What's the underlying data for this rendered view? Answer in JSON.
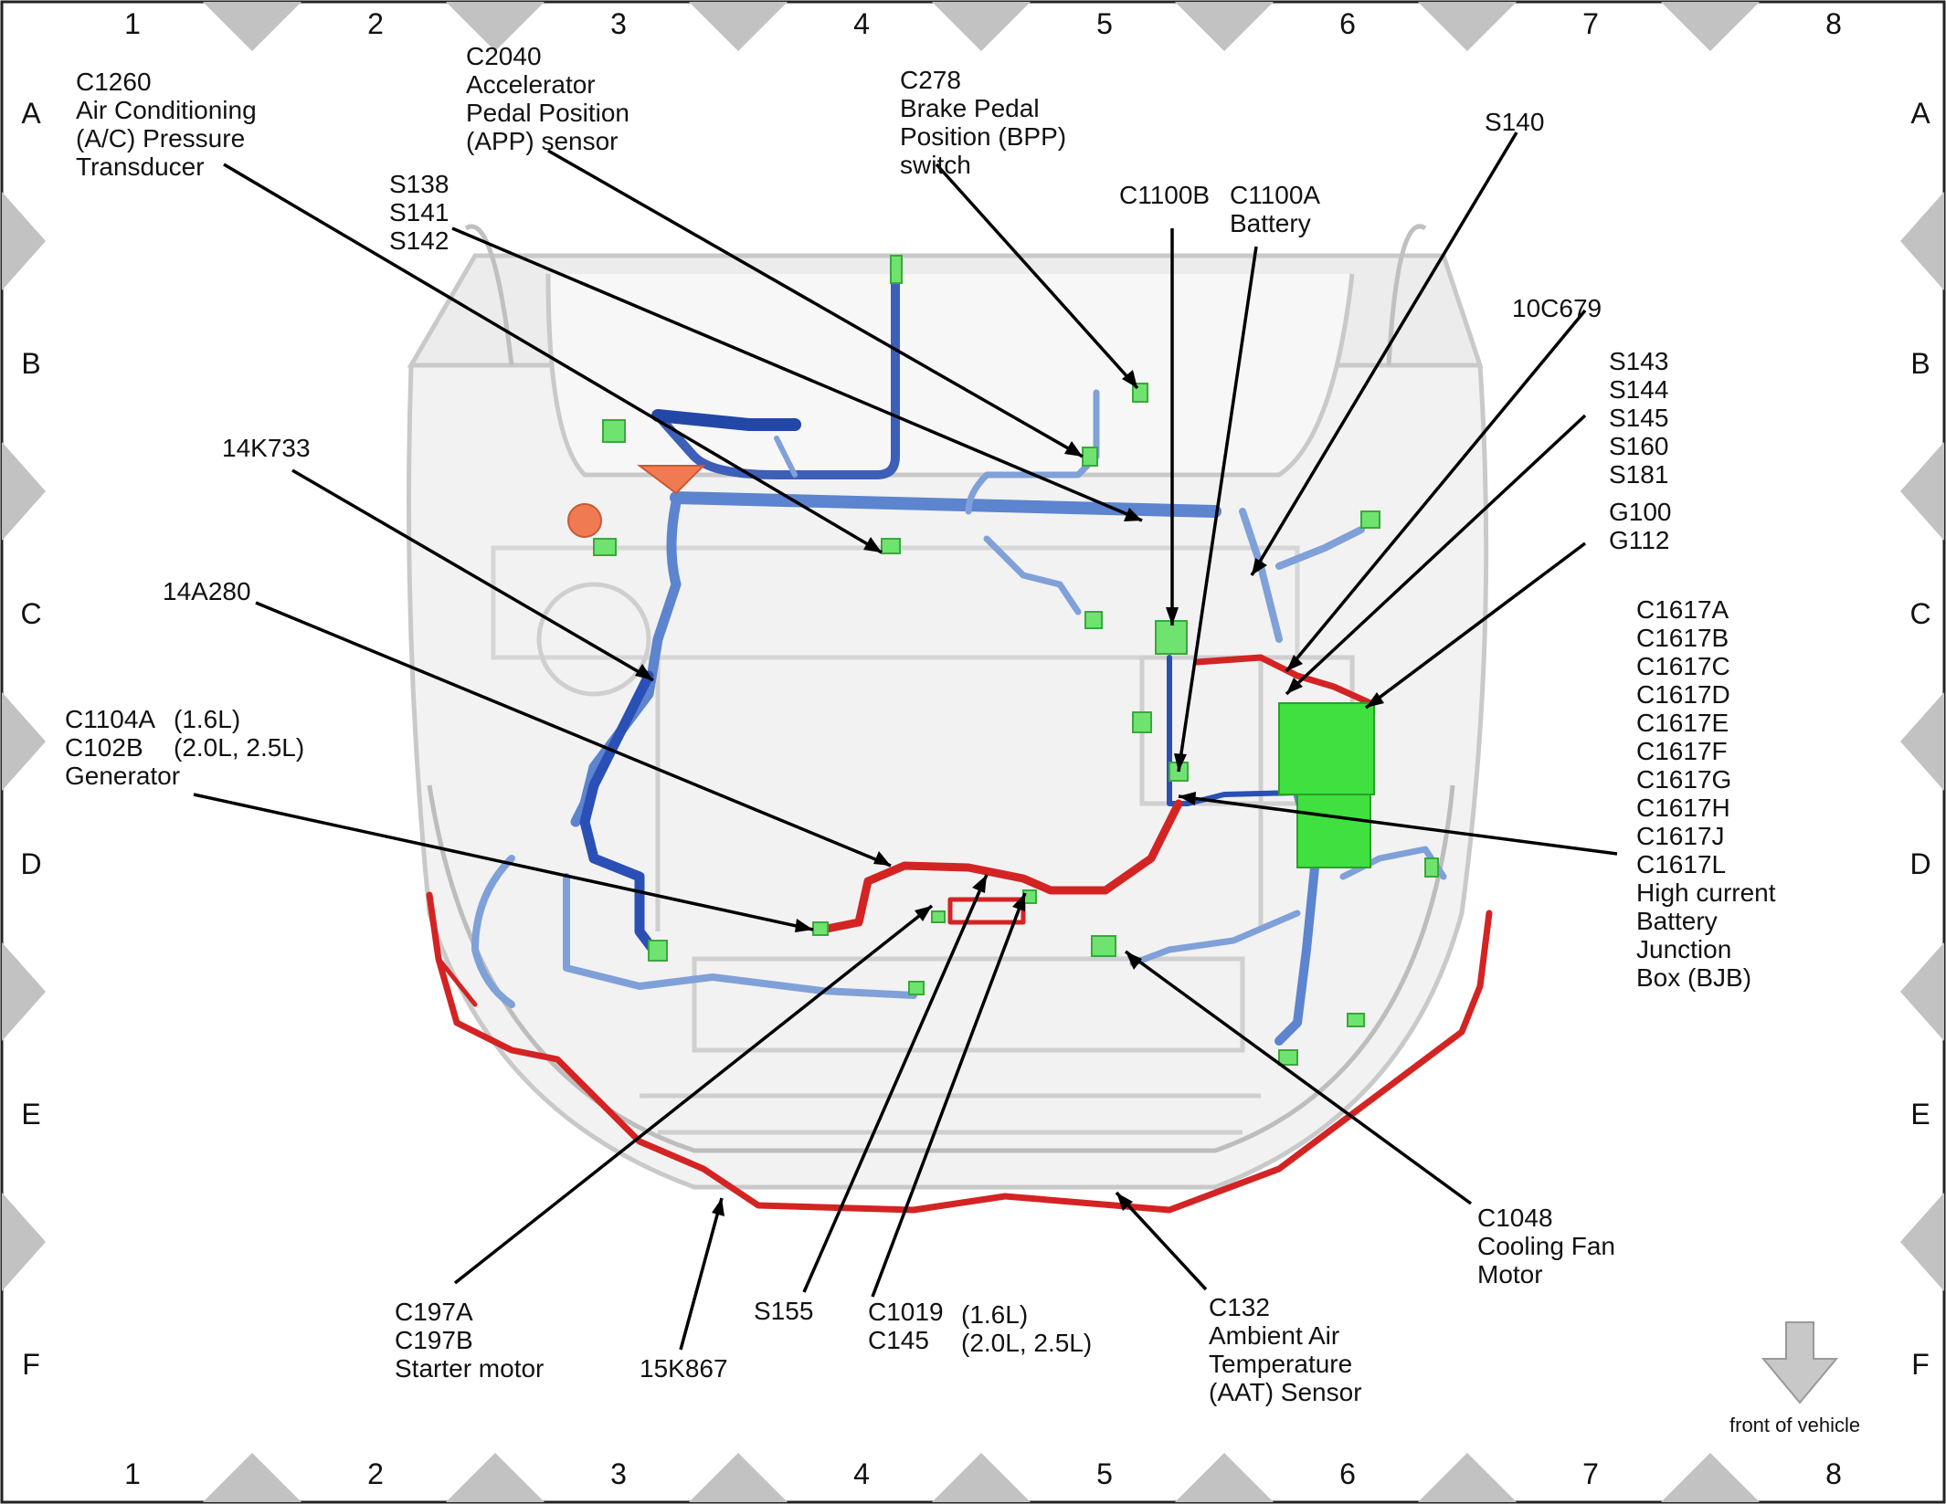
{
  "grid": {
    "columns": [
      "1",
      "2",
      "3",
      "4",
      "5",
      "6",
      "7",
      "8"
    ],
    "rows": [
      "A",
      "B",
      "C",
      "D",
      "E",
      "F"
    ]
  },
  "labels": {
    "c1260": [
      "C1260",
      "Air Conditioning",
      "(A/C) Pressure",
      "Transducer"
    ],
    "c2040": [
      "C2040",
      "Accelerator",
      "Pedal Position",
      "(APP) sensor"
    ],
    "c278": [
      "C278",
      "Brake Pedal",
      "Position (BPP)",
      "switch"
    ],
    "s138": [
      "S138",
      "S141",
      "S142"
    ],
    "c1100b": [
      "C1100B"
    ],
    "c1100a": [
      "C1100A",
      "Battery"
    ],
    "s140": [
      "S140"
    ],
    "c10c679": [
      "10C679"
    ],
    "s143": [
      "S143",
      "S144",
      "S145",
      "S160",
      "S181"
    ],
    "g100": [
      "G100",
      "G112"
    ],
    "c1617": [
      "C1617A",
      "C1617B",
      "C1617C",
      "C1617D",
      "C1617E",
      "C1617F",
      "C1617G",
      "C1617H",
      "C1617J",
      "C1617L",
      "High current",
      "Battery",
      "Junction",
      "Box (BJB)"
    ],
    "k14k733": [
      "14K733"
    ],
    "a14a280": [
      "14A280"
    ],
    "c1104a": [
      "C1104A"
    ],
    "c1104a_eng": [
      "(1.6L)"
    ],
    "c102b": [
      "C102B"
    ],
    "c102b_eng": [
      "(2.0L, 2.5L)"
    ],
    "generator": [
      "Generator"
    ],
    "c197": [
      "C197A",
      "C197B",
      "Starter motor"
    ],
    "s155": [
      "S155"
    ],
    "c1019": [
      "C1019",
      "C145"
    ],
    "c1019_eng": [
      "(1.6L)",
      "(2.0L, 2.5L)"
    ],
    "k15k867": [
      "15K867"
    ],
    "c132": [
      "C132",
      "Ambient Air",
      "Temperature",
      "(AAT) Sensor"
    ],
    "c1048": [
      "C1048",
      "Cooling Fan",
      "Motor"
    ]
  },
  "front_caption": "front of vehicle",
  "colors": {
    "harness_blue": "#3d5fb8",
    "harness_light_blue": "#7fa0d8",
    "harness_red": "#d42323",
    "connector_green": "#6fe36f",
    "bjb_green": "#3fe03f",
    "body_gray": "#c9c9c9",
    "frame_gray": "#bdbdbd",
    "arrow_gray": "#c8c8c8"
  }
}
